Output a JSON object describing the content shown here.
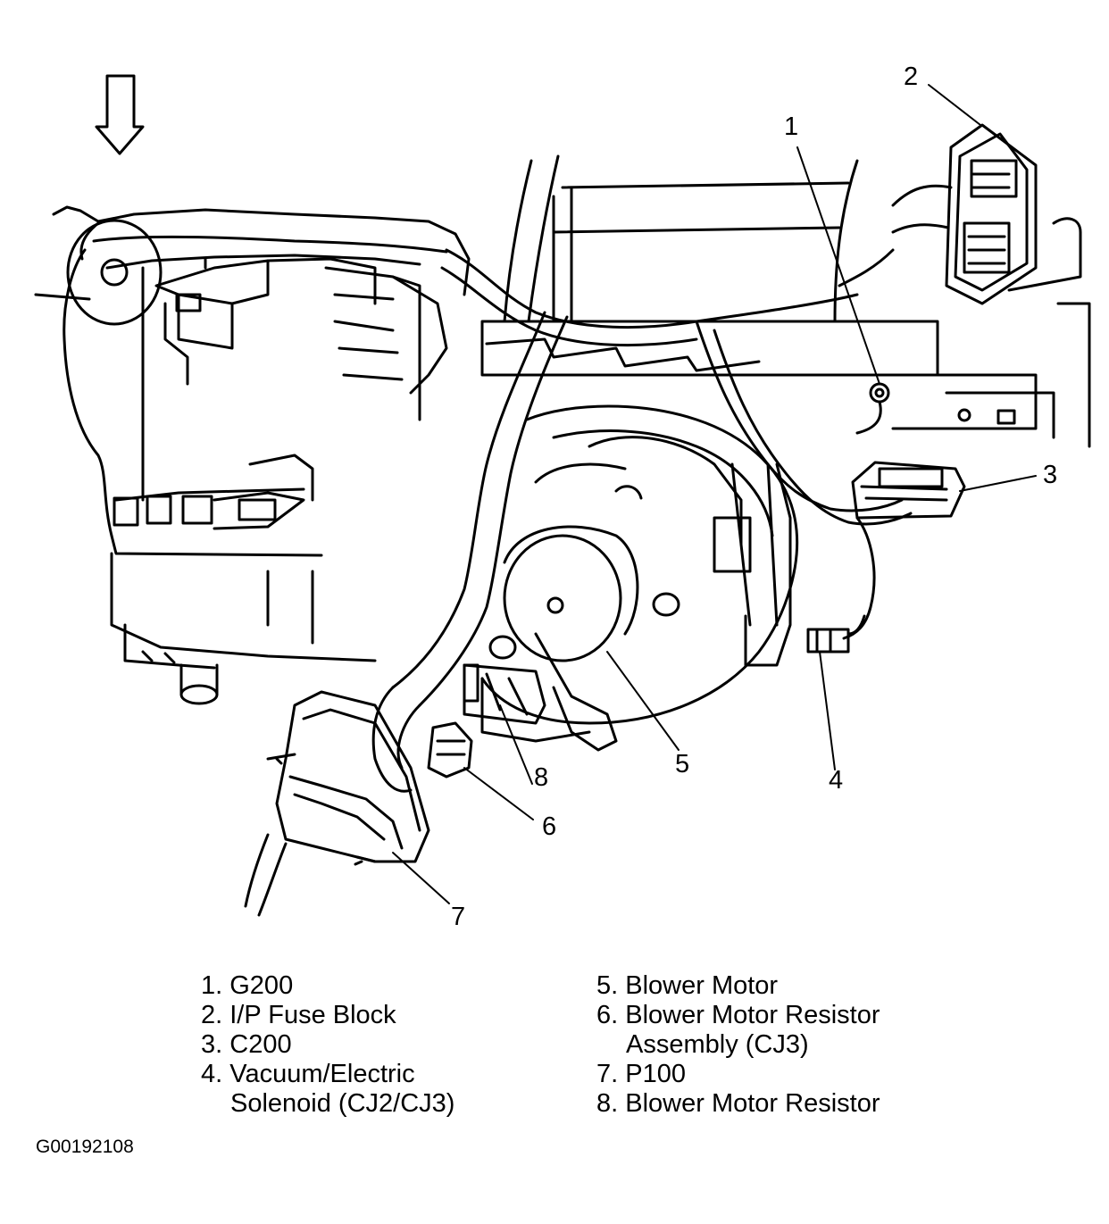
{
  "figure_id": "G00192108",
  "callouts": {
    "c1": "1",
    "c2": "2",
    "c3": "3",
    "c4": "4",
    "c5": "5",
    "c6": "6",
    "c7": "7",
    "c8": "8"
  },
  "legend": {
    "left": [
      {
        "num": "1.",
        "text": "G200",
        "cont": ""
      },
      {
        "num": "2.",
        "text": "I/P Fuse Block",
        "cont": ""
      },
      {
        "num": "3.",
        "text": "C200",
        "cont": ""
      },
      {
        "num": "4.",
        "text": "Vacuum/Electric",
        "cont": "Solenoid (CJ2/CJ3)"
      }
    ],
    "right": [
      {
        "num": "5.",
        "text": "Blower Motor",
        "cont": ""
      },
      {
        "num": "6.",
        "text": "Blower Motor Resistor",
        "cont": "Assembly (CJ3)"
      },
      {
        "num": "7.",
        "text": "P100",
        "cont": ""
      },
      {
        "num": "8.",
        "text": "Blower Motor Resistor",
        "cont": ""
      }
    ]
  },
  "icons": {
    "direction_arrow": "down-arrow-icon"
  },
  "colors": {
    "line": "#000000",
    "background": "#ffffff"
  }
}
